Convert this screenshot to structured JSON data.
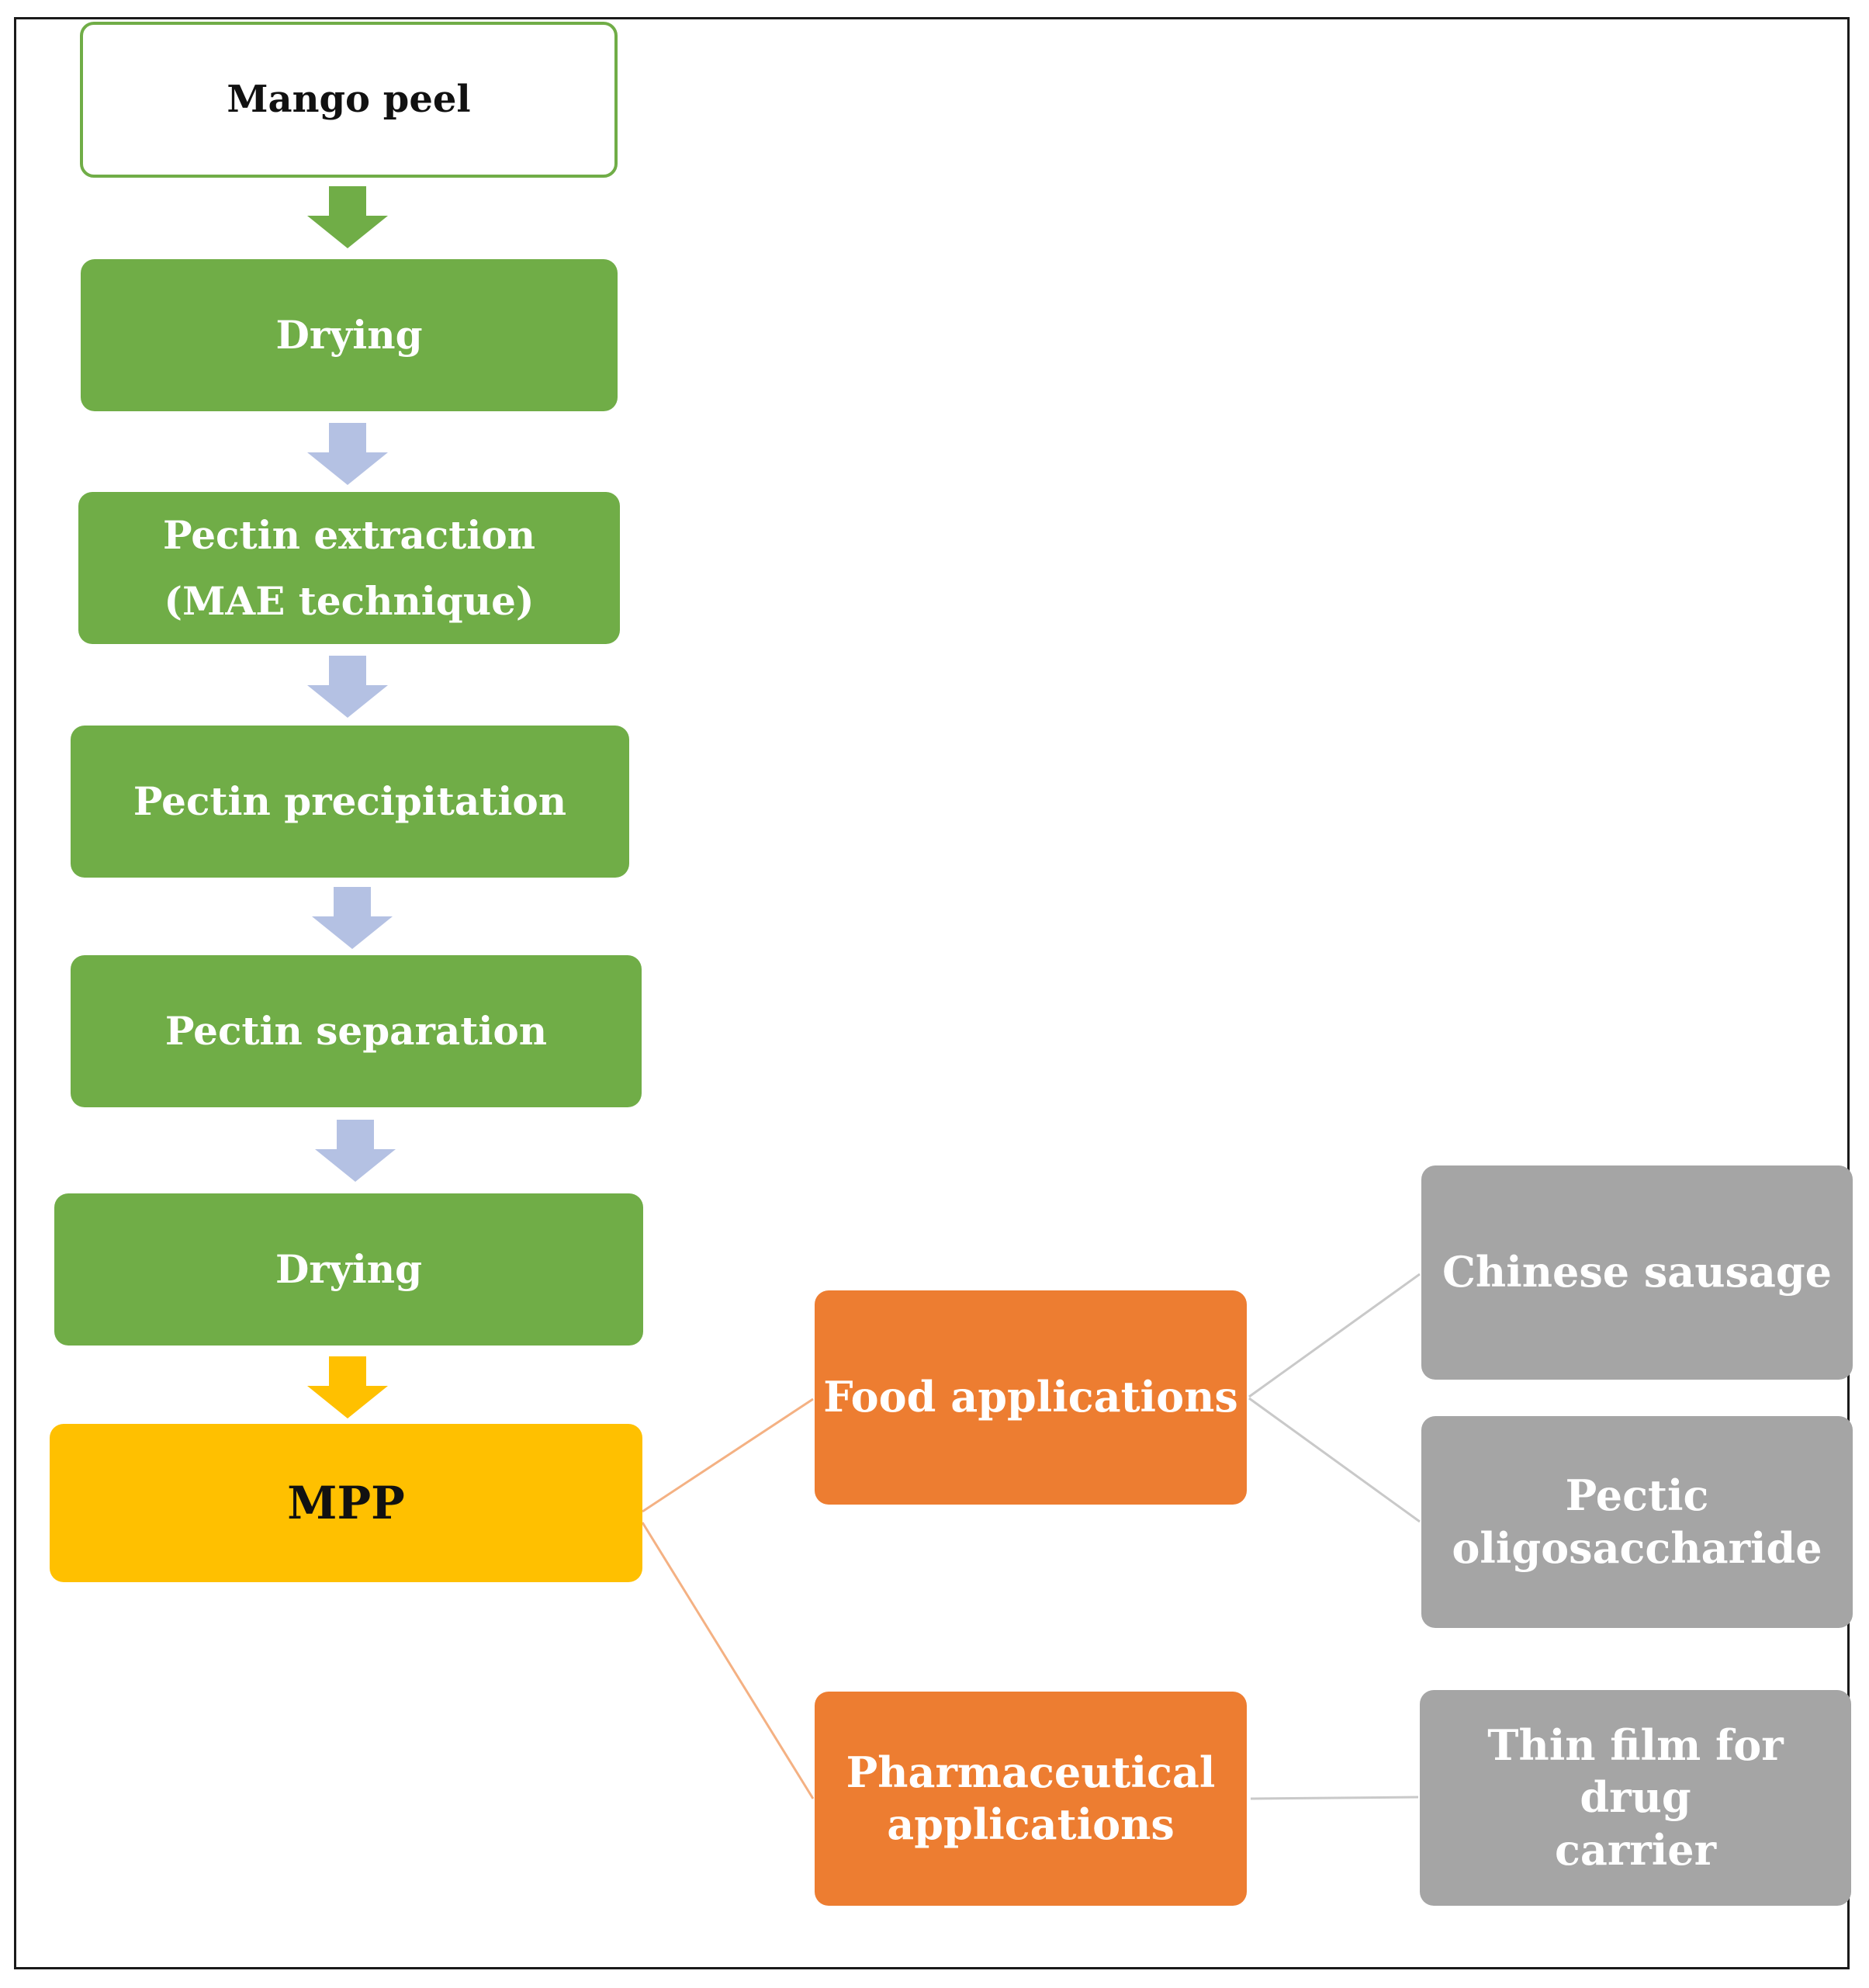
{
  "colors": {
    "green": "#70ad47",
    "light_arrow": "#b4c1e3",
    "yellow": "#ffc000",
    "orange": "#ed7d31",
    "gray": "#a5a5a5"
  },
  "flow": {
    "mango_peel": "Mango peel",
    "drying_1": "Drying",
    "pectin_extraction": "Pectin extraction",
    "mae_technique": "(MAE technique)",
    "pectin_precipitation": "Pectin precipitation",
    "pectin_separation": "Pectin separation",
    "drying_2": "Drying",
    "mpp": "MPP"
  },
  "applications": {
    "food": "Food applications",
    "pharma_line1": "Pharmaceutical",
    "pharma_line2": "applications"
  },
  "examples": {
    "chinese_sausage": "Chinese sausage",
    "pectic_line1": "Pectic",
    "pectic_line2": "oligosaccharide",
    "thin_film_line1": "Thin film for drug",
    "thin_film_line2": "carrier"
  }
}
